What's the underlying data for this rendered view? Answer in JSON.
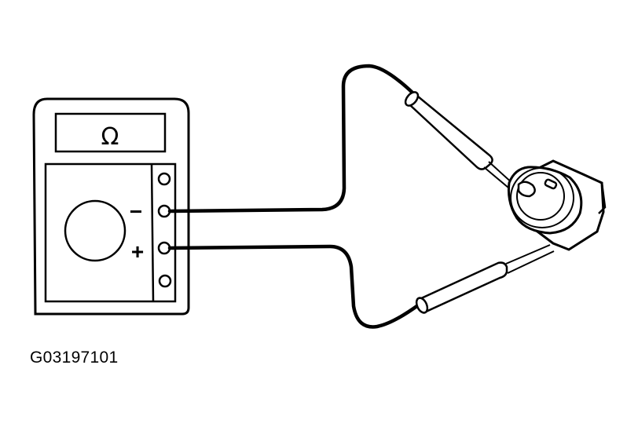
{
  "diagram": {
    "type": "wiring-test-illustration",
    "figure_id": "G03197101",
    "meter": {
      "display_symbol": "Ω",
      "mode": "ohms",
      "terminals": [
        {
          "index": 0,
          "label": "",
          "connected": false
        },
        {
          "index": 1,
          "label": "−",
          "connected": true
        },
        {
          "index": 2,
          "label": "+",
          "connected": true
        },
        {
          "index": 3,
          "label": "",
          "connected": false
        }
      ],
      "dial": "round-selector"
    },
    "leads": [
      {
        "name": "negative-lead",
        "from": "meter-terminal-minus",
        "to": "component-terminal-upper"
      },
      {
        "name": "positive-lead",
        "from": "meter-terminal-plus",
        "to": "component-terminal-lower"
      }
    ],
    "component": {
      "name": "sensor-switch-connector",
      "description": "hex-body sensor with two-pin connector"
    },
    "colors": {
      "ink": "#000000",
      "background": "#ffffff"
    }
  }
}
